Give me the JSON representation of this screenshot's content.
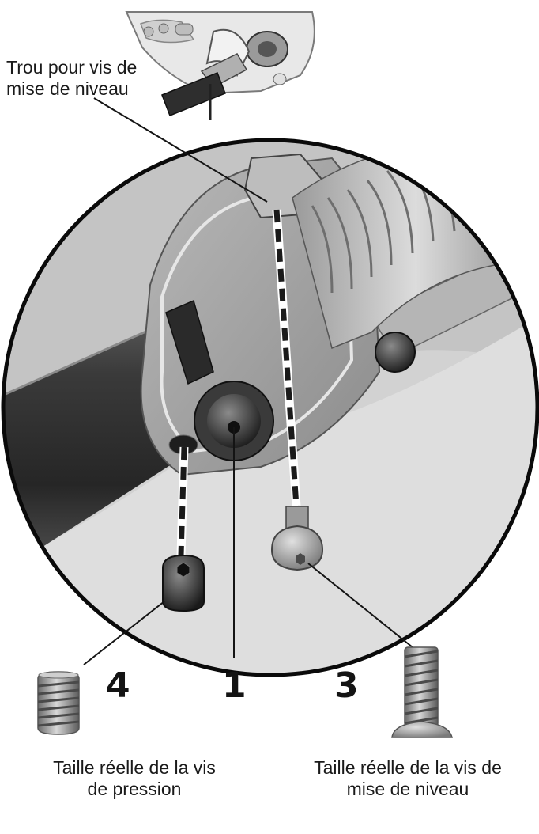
{
  "labels": {
    "hole_line1": "Trou pour vis de",
    "hole_line2": "mise de niveau",
    "setscrew_size_line1": "Taille réelle de la vis",
    "setscrew_size_line2": "de pression",
    "leveling_size_line1": "Taille réelle de la vis de",
    "leveling_size_line2": "mise de niveau"
  },
  "parts": {
    "part_4": "4",
    "part_1": "1",
    "part_3": "3"
  }
}
